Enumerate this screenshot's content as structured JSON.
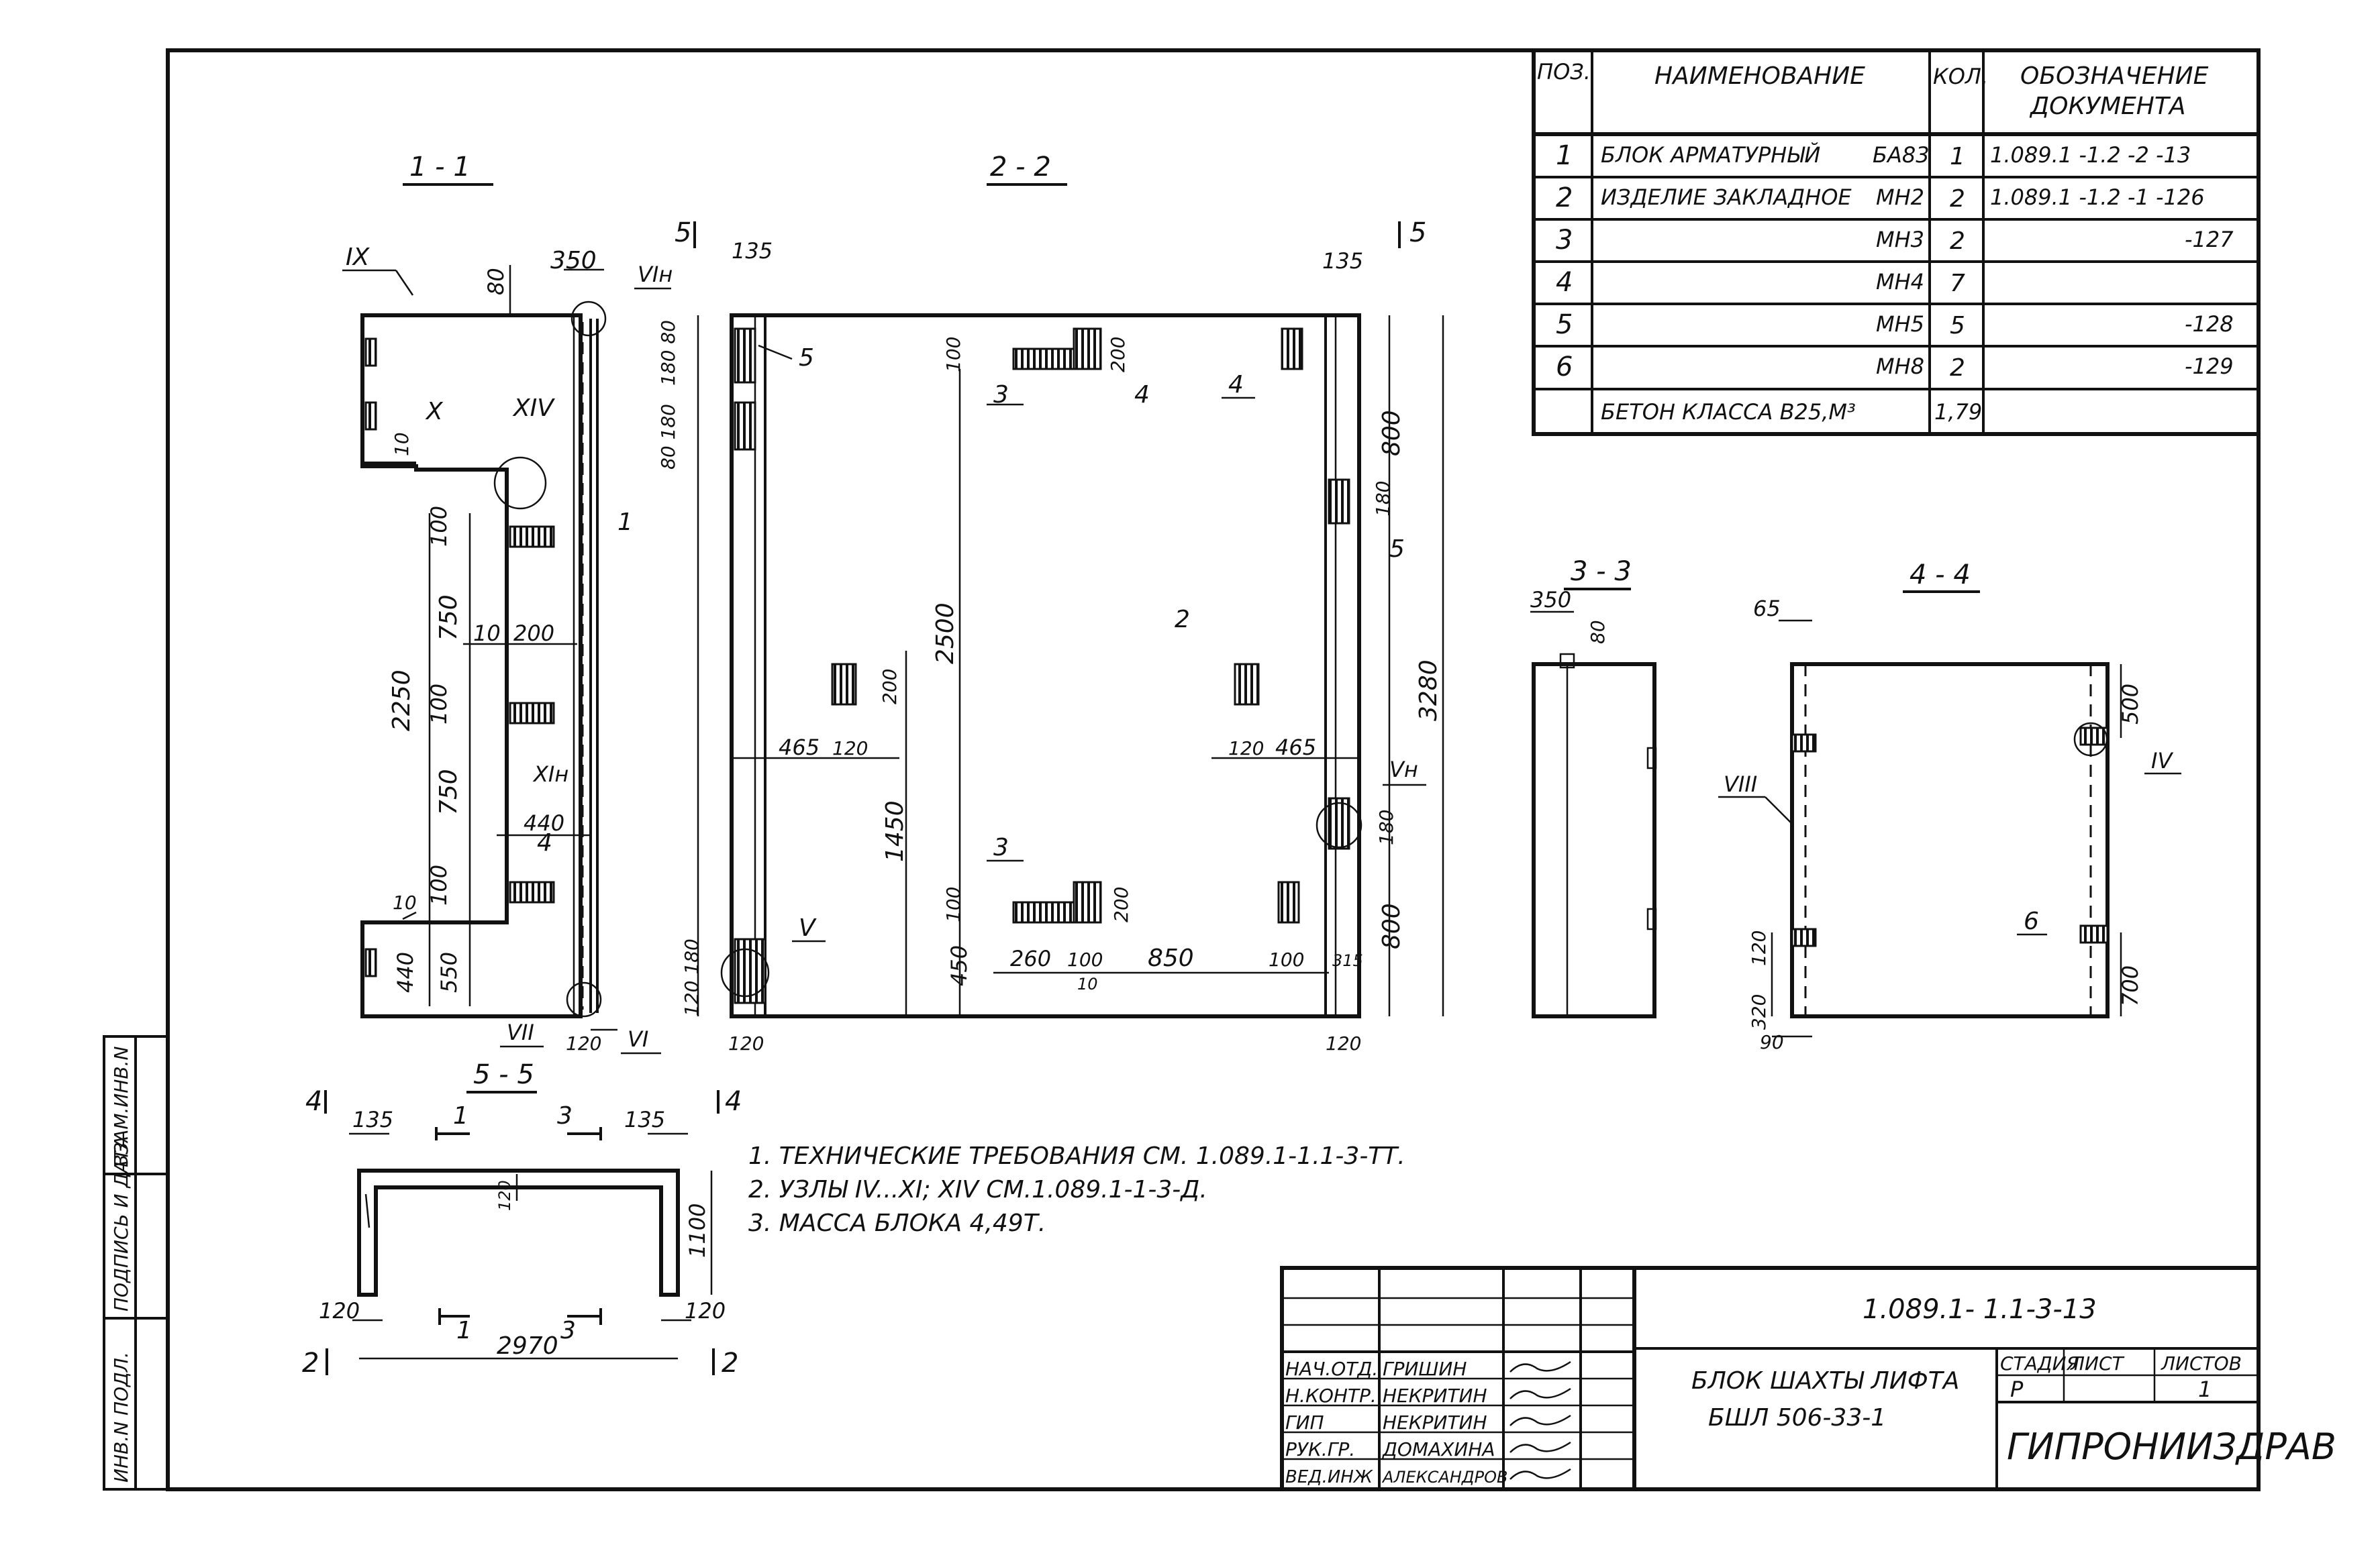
{
  "spec_table": {
    "headers": {
      "pos": "ПОЗ.",
      "name": "НАИМЕНОВАНИЕ",
      "qty": "КОЛ.",
      "doc_line1": "ОБОЗНАЧЕНИЕ",
      "doc_line2": "ДОКУМЕНТА"
    },
    "rows": [
      {
        "pos": "1",
        "name": "БЛОК АРМАТУРНЫЙ",
        "mark": "БА83",
        "qty": "1",
        "doc": "1.089.1 -1.2 -2 -13"
      },
      {
        "pos": "2",
        "name": "ИЗДЕЛИЕ ЗАКЛАДНОЕ",
        "mark": "МН2",
        "qty": "2",
        "doc": "1.089.1 -1.2 -1 -126"
      },
      {
        "pos": "3",
        "name": "",
        "mark": "МН3",
        "qty": "2",
        "doc": "-127"
      },
      {
        "pos": "4",
        "name": "",
        "mark": "МН4",
        "qty": "7",
        "doc": ""
      },
      {
        "pos": "5",
        "name": "",
        "mark": "МН5",
        "qty": "5",
        "doc": "-128"
      },
      {
        "pos": "6",
        "name": "",
        "mark": "МН8",
        "qty": "2",
        "doc": "-129"
      },
      {
        "pos": "",
        "name": "БЕТОН КЛАССА В25,М³",
        "mark": "",
        "qty": "1,79",
        "doc": ""
      }
    ]
  },
  "sections": {
    "s11": "1 - 1",
    "s22": "2 - 2",
    "s33": "3 - 3",
    "s44": "4 - 4",
    "s55": "5 - 5"
  },
  "dims_s11": {
    "d350": "350",
    "d80": "80",
    "d10a": "10",
    "d100a": "100",
    "d750a": "750",
    "d10b": "10",
    "d200": "200",
    "d2250": "2250",
    "d100b": "100",
    "d750b": "750",
    "d440a": "440",
    "d10c": "10",
    "d100c": "100",
    "d440b": "440",
    "d550": "550",
    "d120": "120"
  },
  "labels_s11": {
    "IX": "IX",
    "VIH": "VIн",
    "X": "X",
    "XIV": "XIV",
    "XIH": "XIн",
    "VII": "VII",
    "VI": "VI",
    "p1": "1",
    "p4": "4"
  },
  "dims_s22": {
    "d135a": "135",
    "d135b": "135",
    "d180_80": "180 80",
    "d80_180": "80 180",
    "d100a": "100",
    "d200a": "200",
    "d2500": "2500",
    "d800a": "800",
    "d3280": "3280",
    "d180a": "180",
    "d465a": "465",
    "d120a": "120",
    "d200b": "200",
    "d120b": "120",
    "d465b": "465",
    "d180b": "180",
    "d1450": "1450",
    "d100b": "100",
    "d200c": "200",
    "d800b": "800",
    "d450": "450",
    "d260": "260",
    "d100c": "100",
    "d10": "10",
    "d850": "850",
    "d100d": "100",
    "d315": "315",
    "d120_180": "120 180",
    "d120c": "120",
    "d120d": "120"
  },
  "labels_s22": {
    "cut5a": "5",
    "cut5b": "5",
    "p5a": "5",
    "p3a": "3",
    "p4a": "4",
    "p4b": "4",
    "p5b": "5",
    "p2": "2",
    "p3b": "3",
    "VH": "Vн",
    "V": "V"
  },
  "dims_s33": {
    "d350": "350",
    "d80": "80"
  },
  "dims_s44": {
    "d65": "65",
    "d500": "500",
    "d320": "320",
    "d120": "120",
    "d700": "700",
    "d90": "90"
  },
  "labels_s44": {
    "VIII": "VIII",
    "IV": "IV",
    "p6": "6"
  },
  "dims_s55": {
    "d135a": "135",
    "d135b": "135",
    "d120a": "120",
    "d1100": "1100",
    "d120b": "120",
    "d120c": "120",
    "d2970": "2970"
  },
  "labels_s55": {
    "cut1a": "1",
    "cut3a": "3",
    "cut1b": "1",
    "cut3b": "3",
    "cut4a": "4",
    "cut4b": "4",
    "cut2a": "2",
    "cut2b": "2"
  },
  "notes": [
    "1. ТЕХНИЧЕСКИЕ ТРЕБОВАНИЯ СМ. 1.089.1-1.1-3-ТТ.",
    "2. УЗЛЫ IV...XI; XIV СМ.1.089.1-1-3-Д.",
    "3. МАССА БЛОКА  4,49Т."
  ],
  "side_stamp": [
    "ИНВ.N ПОДЛ.",
    "ПОДПИСЬ И ДАТА",
    "ВЗАМ.ИНВ.N"
  ],
  "title_block": {
    "doc_number": "1.089.1- 1.1-3-13",
    "title_line1": "БЛОК ШАХТЫ ЛИФТА",
    "title_line2": "БШЛ 506-33-1",
    "stage_header": "СТАДИЯ",
    "sheet_header": "ЛИСТ",
    "sheets_header": "ЛИСТОВ",
    "stage": "Р",
    "sheet": "",
    "sheets": "1",
    "org": "ГИПРОНИИЗДРАВ",
    "staff": [
      {
        "role": "НАЧ.ОТД.",
        "name": "ГРИШИН"
      },
      {
        "role": "Н.КОНТР.",
        "name": "НЕКРИТИН"
      },
      {
        "role": "ГИП",
        "name": "НЕКРИТИН"
      },
      {
        "role": "РУК.ГР.",
        "name": "ДОМАХИНА"
      },
      {
        "role": "ВЕД.ИНЖ",
        "name": "АЛЕКСАНДРОВ"
      }
    ]
  }
}
